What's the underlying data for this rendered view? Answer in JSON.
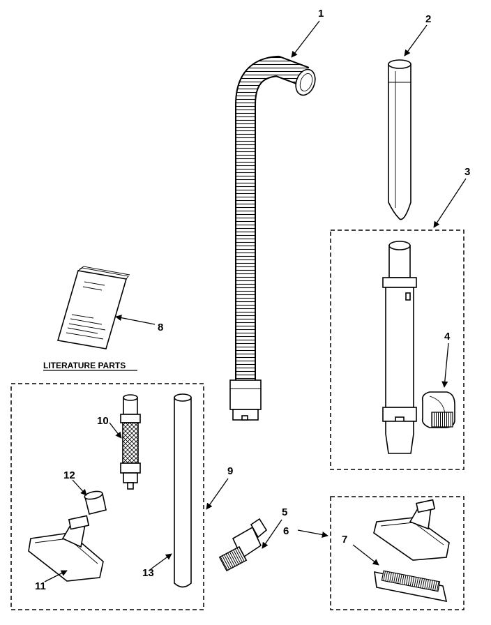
{
  "literature_caption": "LITERATURE PARTS",
  "callouts": {
    "c1": "1",
    "c2": "2",
    "c3": "3",
    "c4": "4",
    "c5": "5",
    "c6": "6",
    "c7": "7",
    "c8": "8",
    "c9": "9",
    "c10": "10",
    "c11": "11",
    "c12": "12",
    "c13": "13"
  }
}
